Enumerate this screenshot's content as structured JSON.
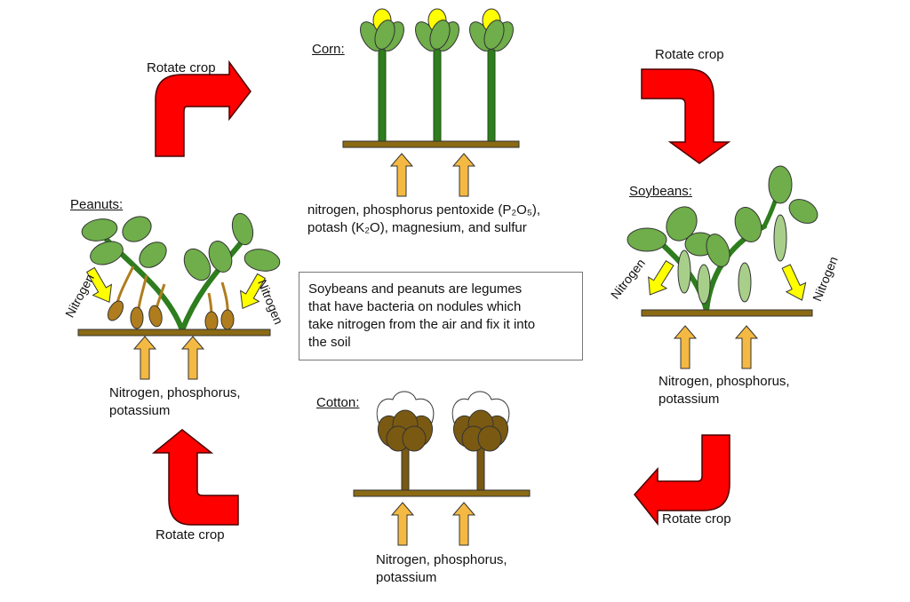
{
  "colors": {
    "rotate_arrow": "#ff0000",
    "nutrient_arrow": "#f4b942",
    "nitrogen_arrow": "#ffff00",
    "soil": "#8b6a14",
    "stem_green": "#2e7d1e",
    "leaf_green": "#6fae4a",
    "corn_yellow": "#ffff00",
    "cotton_brown": "#7a5a12",
    "peanut_brown": "#b07d1e",
    "pod_green": "#a8cf8a"
  },
  "labels": {
    "rotate_top_left": "Rotate crop",
    "rotate_top_right": "Rotate crop",
    "rotate_bottom_right": "Rotate crop",
    "rotate_bottom_left": "Rotate crop"
  },
  "corn": {
    "title": "Corn:",
    "nutrients_line1": "nitrogen, phosphorus pentoxide (P₂O₅),",
    "nutrients_line2": "potash (K₂O), magnesium, and sulfur"
  },
  "soybeans": {
    "title": "Soybeans:",
    "nitrogen_left": "Nitrogen",
    "nitrogen_right": "Nitrogen",
    "nutrients_line1": "Nitrogen, phosphorus,",
    "nutrients_line2": "potassium"
  },
  "cotton": {
    "title": "Cotton:",
    "nutrients_line1": "Nitrogen, phosphorus,",
    "nutrients_line2": "potassium"
  },
  "peanuts": {
    "title": "Peanuts:",
    "nitrogen_left": "Nitrogen",
    "nitrogen_right": "Nitrogen",
    "nutrients_line1": "Nitrogen, phosphorus,",
    "nutrients_line2": "potassium"
  },
  "center_note": {
    "line1": "Soybeans and peanuts are legumes",
    "line2": "that have bacteria on nodules which",
    "line3": "take nitrogen from the air and fix it into",
    "line4": "the soil"
  }
}
